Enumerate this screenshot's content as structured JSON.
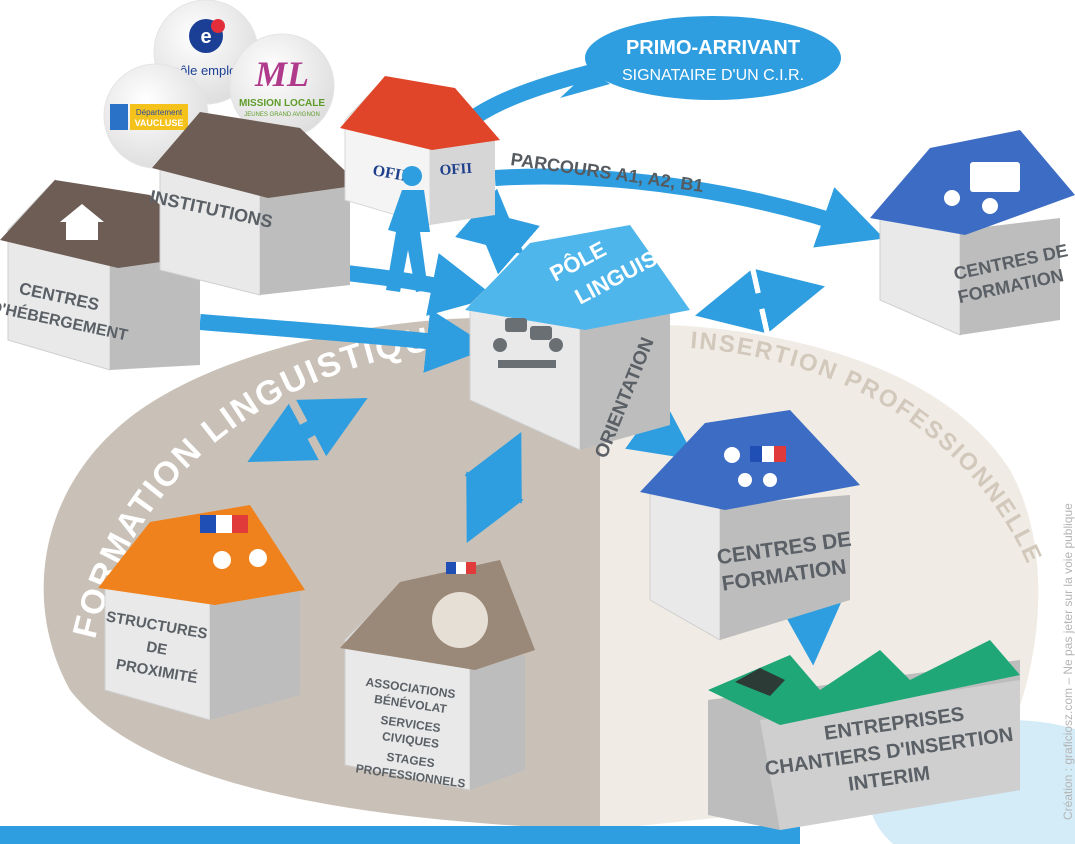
{
  "bubble": {
    "title": "PRIMO-ARRIVANT",
    "subtitle": "SIGNATAIRE D'UN C.I.R."
  },
  "logos": {
    "pole_emploi": "pôle emploi",
    "pole_emploi_letter": "e",
    "departement_line1": "Département",
    "departement_line2": "VAUCLUSE",
    "mission_locale_line1": "MISSION LOCALE",
    "mission_locale_line2": "JEUNES GRAND AVIGNON"
  },
  "ofii": {
    "label": "OFII"
  },
  "parcours": "PARCOURS A1, A2, B1",
  "houses": {
    "institutions": "INSTITUTIONS",
    "hebergement": [
      "CENTRES",
      "D'HÉBERGEMENT"
    ],
    "pole_roof": [
      "PÔLE",
      "LINGUISTIQUE"
    ],
    "orientation": "ORIENTATION",
    "centres_top": [
      "CENTRES DE",
      "FORMATION"
    ],
    "centres_mid": [
      "CENTRES DE",
      "FORMATION"
    ],
    "structures": [
      "STRUCTURES",
      "DE",
      "PROXIMITÉ"
    ],
    "associations": [
      "ASSOCIATIONS",
      "BÉNÉVOLAT",
      "SERVICES",
      "CIVIQUES",
      "STAGES",
      "PROFESSIONNELS"
    ],
    "entreprises": [
      "ENTREPRISES",
      "CHANTIERS D'INSERTION",
      "INTERIM"
    ]
  },
  "zones": {
    "left": "FORMATION LINGUISTIQUE",
    "right": "INSERTION PROFESSIONNELLE"
  },
  "credit": "Création : graficiosz.com  –  Ne pas jeter sur la voie publique",
  "colors": {
    "blue": "#2f9ee0",
    "dark_blue": "#1e66b0",
    "roof_blue": "#3d6cc4",
    "roof_brown": "#6d5d55",
    "roof_red": "#e0452a",
    "roof_orange": "#f0821e",
    "roof_tan": "#9a8878",
    "roof_green": "#1fa778",
    "zone_left": "#c7bfb5",
    "zone_right": "#efebe3"
  }
}
